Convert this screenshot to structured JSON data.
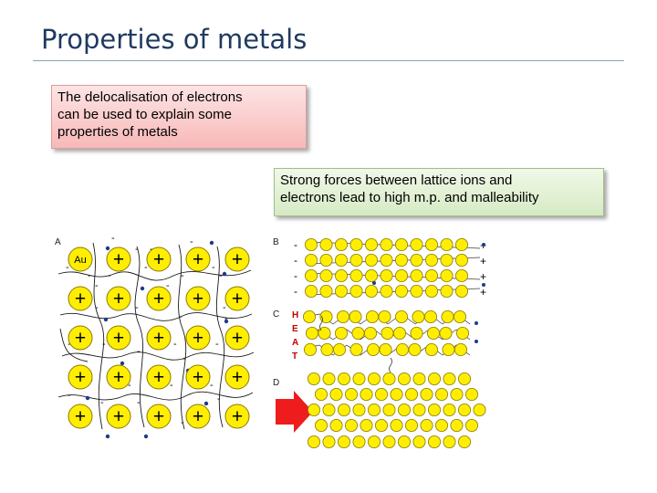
{
  "slide": {
    "title": "Properties of metals",
    "box1_lines": [
      "The delocalisation of electrons",
      "can be used to explain some",
      "properties of metals"
    ],
    "box2_lines": [
      "Strong forces between lattice ions and",
      "electrons lead to high m.p. and malleability"
    ]
  },
  "figure": {
    "panel_labels": [
      "A",
      "B",
      "C",
      "D"
    ],
    "ion_element": "Au",
    "plus_sign": "+",
    "minus_sign": "-",
    "heat_letters": [
      "H",
      "E",
      "A",
      "T"
    ],
    "colors": {
      "ion_fill": "#ffee00",
      "ion_stroke": "#8a7a00",
      "arrow": "#ee1c1c"
    }
  }
}
